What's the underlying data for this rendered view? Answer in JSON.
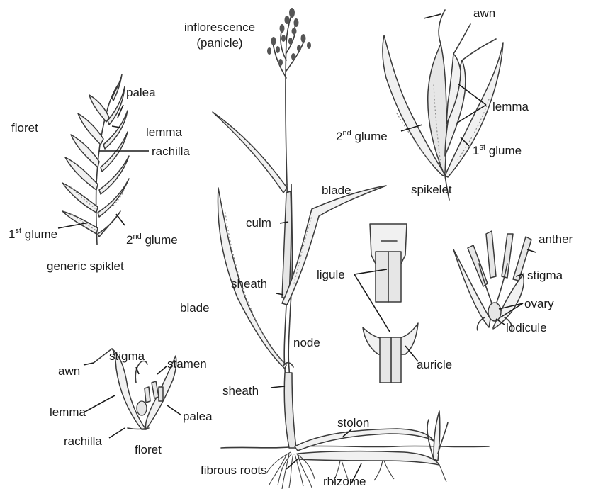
{
  "labels": {
    "inflorescence": "inflorescence",
    "panicle": "(panicle)",
    "awn_top": "awn",
    "lemma_top": "lemma",
    "glume2_top_num": "2",
    "glume2_top_sup": "nd",
    "glume2_top_word": " glume",
    "glume1_top_num": "1",
    "glume1_top_sup": "st",
    "glume1_top_word": " glume",
    "spikelet": "spikelet",
    "floret_left": "floret",
    "palea_left": "palea",
    "lemma_left": "lemma",
    "rachilla_left": "rachilla",
    "glume1_left_num": "1",
    "glume1_left_sup": "st",
    "glume1_left_word": " glume",
    "glume2_left_num": "2",
    "glume2_left_sup": "nd",
    "glume2_left_word": " glume",
    "generic_spiklet": "generic spiklet",
    "blade_upper": "blade",
    "culm": "culm",
    "sheath_upper": "sheath",
    "blade_left": "blade",
    "node": "node",
    "sheath_lower": "sheath",
    "ligule": "ligule",
    "auricle": "auricle",
    "anther": "anther",
    "stigma_right": "stigma",
    "ovary": "ovary",
    "lodicule": "lodicule",
    "awn_bottom": "awn",
    "stigma_bottom": "stigma",
    "stamen": "stamen",
    "lemma_bottom": "lemma",
    "palea_bottom": "palea",
    "rachilla_bottom": "rachilla",
    "floret_bottom": "floret",
    "stolon": "stolon",
    "fibrous_roots": "fibrous roots",
    "rhizome": "rhizome"
  }
}
